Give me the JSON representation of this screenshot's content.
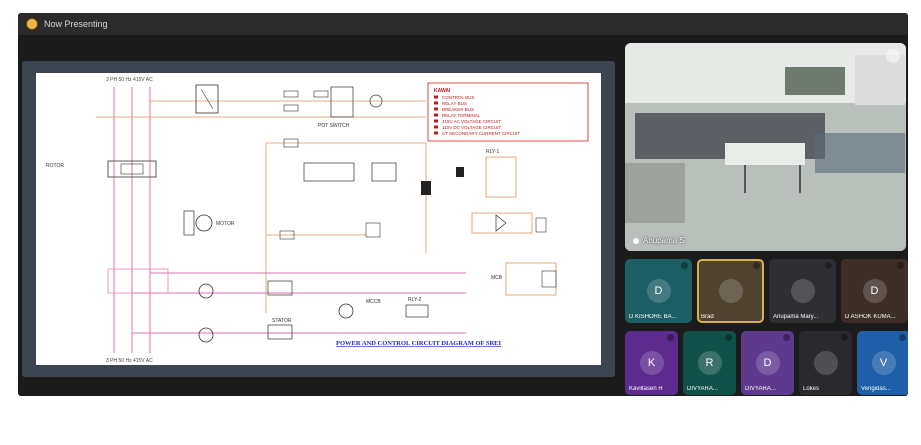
{
  "window": {
    "title": "Now Presenting"
  },
  "diagram": {
    "title": "POWER AND CONTROL CIRCUIT DIAGRAM OF SREI",
    "supply_top": "3 PH 50 Hz 415V AC",
    "supply_bottom": "3 PH 50 Hz 415V AC",
    "legend": {
      "heading": "KAWAI",
      "items": [
        "CONTROL BUS",
        "RELAY BUS",
        "BREAKER BUS",
        "RELAY TERMINAL",
        "415V AC VOLTAGE CIRCUIT",
        "110V DC VOLTAGE CIRCUIT",
        "CT SECONDARY CURRENT CIRCUIT"
      ]
    },
    "labels": {
      "rotor": "ROTOR",
      "motor": "MOTOR",
      "stator": "STATOR",
      "pot_switch": "POT SWITCH",
      "rly1": "RLY-1",
      "rly2": "RLY-2",
      "mcb": "MCB",
      "mccb": "MCCB"
    }
  },
  "main_video": {
    "name": "Anupama S"
  },
  "tiles": [
    {
      "initial": "D",
      "name": "D KISHORE BA...",
      "color": "#1b5e64"
    },
    {
      "initial": "",
      "name": "Brad",
      "color": "#4f4330"
    },
    {
      "initial": "",
      "name": "Anupama Mary...",
      "color": "#2f2f33"
    },
    {
      "initial": "D",
      "name": "D ASHOK KUMA...",
      "color": "#3d2e28"
    },
    {
      "initial": "K",
      "name": "Kaviltasen R",
      "color": "#5b2b8e"
    },
    {
      "initial": "R",
      "name": "DIVYARA...",
      "color": "#10524a"
    },
    {
      "initial": "D",
      "name": "DIVYARA...",
      "color": "#5e3a8f"
    },
    {
      "initial": "",
      "name": "Lokes",
      "color": "#2a2a2e"
    },
    {
      "initial": "V",
      "name": "Vengidas...",
      "color": "#1e5fa8"
    }
  ]
}
